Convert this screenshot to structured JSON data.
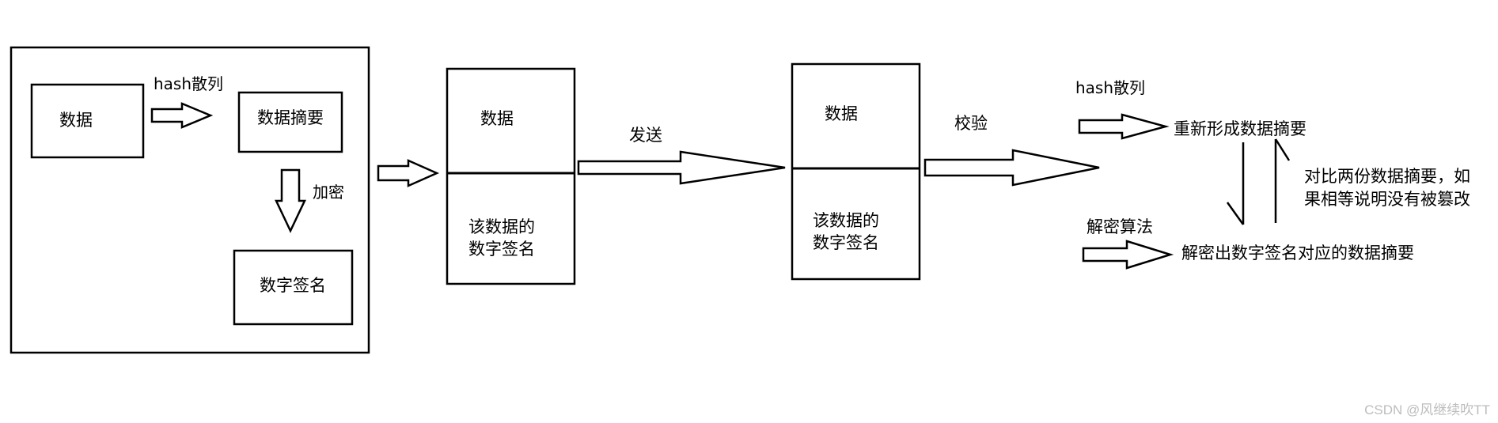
{
  "labels": {
    "data": "数据",
    "hash_1": "hash散列",
    "digest": "数据摘要",
    "encrypt": "加密",
    "signature": "数字签名",
    "packet1_data": "数据",
    "packet1_sig_line1": "该数据的",
    "packet1_sig_line2": "数字签名",
    "send": "发送",
    "packet2_data": "数据",
    "packet2_sig_line1": "该数据的",
    "packet2_sig_line2": "数字签名",
    "verify": "校验",
    "hash_2": "hash散列",
    "regen_digest": "重新形成数据摘要",
    "compare_line1": "对比两份数据摘要，如",
    "compare_line2": "果相等说明没有被篡改",
    "decrypt_algo": "解密算法",
    "decrypted_digest": "解密出数字签名对应的数据摘要"
  },
  "watermark": "CSDN @风继续吹TT"
}
